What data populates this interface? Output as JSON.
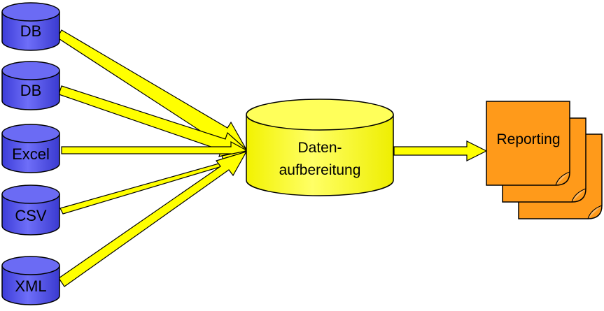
{
  "sources": [
    {
      "label": "DB",
      "kind": "database"
    },
    {
      "label": "DB",
      "kind": "database"
    },
    {
      "label": "Excel",
      "kind": "database"
    },
    {
      "label": "CSV",
      "kind": "database"
    },
    {
      "label": "XML",
      "kind": "database"
    }
  ],
  "processing": {
    "line1": "Daten-",
    "line2": "aufbereitung"
  },
  "output": {
    "label": "Reporting"
  },
  "colors": {
    "source_fill": "#5b5bf0",
    "source_stroke": "#000000",
    "processing_fill": "#ffff4c",
    "arrow_fill": "#ffff00",
    "report_fill": "#ff9a1a"
  }
}
